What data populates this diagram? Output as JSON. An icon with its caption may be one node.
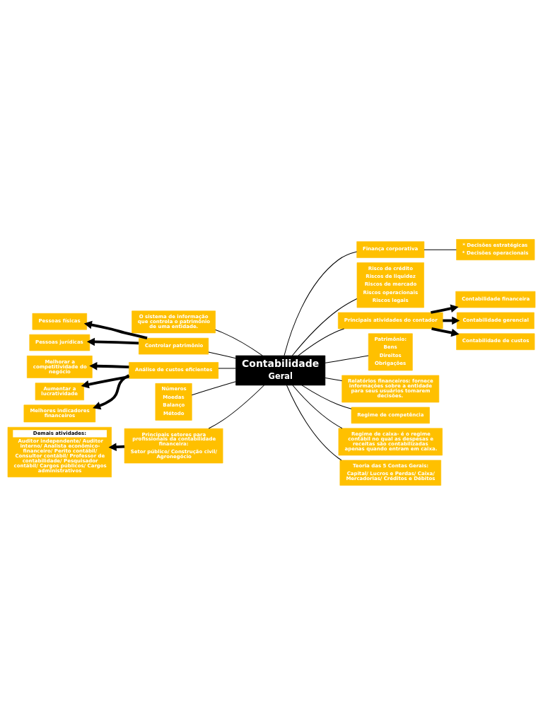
{
  "diagram": {
    "nodes": [
      {
        "text": [
          "Contabilidade",
          "Geral"
        ]
      },
      {
        "text": [
          "O sistema de informação que controla o patrimônio de uma entidade."
        ]
      },
      {
        "text": [
          "Controlar patrimônio"
        ]
      },
      {
        "text": [
          "Pessoas físicas"
        ]
      },
      {
        "text": [
          "Pessoas jurídicas"
        ]
      },
      {
        "text": [
          "Análise de custos eficientes"
        ]
      },
      {
        "text": [
          "Melhorar a competitividade do negócio"
        ]
      },
      {
        "text": [
          "Aumentar a lucratividade"
        ]
      },
      {
        "text": [
          "Melhores indicadores financeiros"
        ]
      },
      {
        "text": [
          "Números",
          "Moedas",
          "Balanço",
          "Método"
        ]
      },
      {
        "text": [
          "Principais setores para profissionais da contabilidade financeira:",
          "Setor público/ Construção civil/ Agronegócio"
        ]
      },
      {
        "text": [
          "Demais atividades:",
          "Auditor independente/ Auditor interno/ Analista econômico-financeiro/ Perito contábil/ Consultor contábil/ Professor de contabilidade/ Pesquisador contábil/ Cargos públicos/ Cargos administrativos"
        ]
      },
      {
        "text": [
          "Finança corporativa"
        ]
      },
      {
        "text": [
          "* Decisões estratégicas",
          "* Decisões operacionais"
        ]
      },
      {
        "text": [
          "Risco de crédito",
          "Riscos de liquidez",
          "Riscos de mercado",
          "Riscos operacionais",
          "Riscos legais"
        ]
      },
      {
        "text": [
          "Principais atividades do contador"
        ]
      },
      {
        "text": [
          "Contabilidade financeira"
        ]
      },
      {
        "text": [
          "Contabilidade gerencial"
        ]
      },
      {
        "text": [
          "Contabilidade de custos"
        ]
      },
      {
        "text": [
          "Patrimônio:",
          "Bens",
          "Direitos",
          "Obrigações"
        ]
      },
      {
        "text": [
          "Relatórios financeiros: fornece informações sobre a entidade para seus usuários tomarem decisões."
        ]
      },
      {
        "text": [
          "Regime de competência"
        ]
      },
      {
        "text": [
          "Regime de caixa- é o regime contábil no qual as despesas e receitas são contabilizadas apenas quando entram em caixa."
        ]
      },
      {
        "text": [
          "Teoria das 5 Contas Gerais:",
          "Capital/ Lucros e Perdas/ Caixa/ Mercadorias/ Créditos e Débitos"
        ]
      }
    ],
    "edges": [
      {
        "from": 0,
        "to": 1,
        "arrow": "none"
      },
      {
        "from": 0,
        "to": 2,
        "arrow": "none"
      },
      {
        "from": 2,
        "to": 3,
        "arrow": "to",
        "style": "thick"
      },
      {
        "from": 2,
        "to": 4,
        "arrow": "to",
        "style": "thick"
      },
      {
        "from": 0,
        "to": 5,
        "arrow": "none"
      },
      {
        "from": 5,
        "to": 6,
        "arrow": "to",
        "style": "thick"
      },
      {
        "from": 5,
        "to": 7,
        "arrow": "to",
        "style": "thick"
      },
      {
        "from": 5,
        "to": 8,
        "arrow": "to",
        "style": "thick"
      },
      {
        "from": 0,
        "to": 9,
        "arrow": "none"
      },
      {
        "from": 0,
        "to": 10,
        "arrow": "none"
      },
      {
        "from": 10,
        "to": 11,
        "arrow": "to",
        "style": "thick"
      },
      {
        "from": 0,
        "to": 12,
        "arrow": "none"
      },
      {
        "from": 12,
        "to": 13,
        "arrow": "none"
      },
      {
        "from": 0,
        "to": 14,
        "arrow": "none"
      },
      {
        "from": 0,
        "to": 15,
        "arrow": "none"
      },
      {
        "from": 15,
        "to": 16,
        "arrow": "to",
        "style": "thick"
      },
      {
        "from": 15,
        "to": 17,
        "arrow": "to",
        "style": "thick"
      },
      {
        "from": 15,
        "to": 18,
        "arrow": "to",
        "style": "thick"
      },
      {
        "from": 0,
        "to": 19,
        "arrow": "none"
      },
      {
        "from": 0,
        "to": 20,
        "arrow": "none"
      },
      {
        "from": 0,
        "to": 21,
        "arrow": "none"
      },
      {
        "from": 0,
        "to": 22,
        "arrow": "none"
      },
      {
        "from": 0,
        "to": 23,
        "arrow": "none"
      }
    ]
  }
}
